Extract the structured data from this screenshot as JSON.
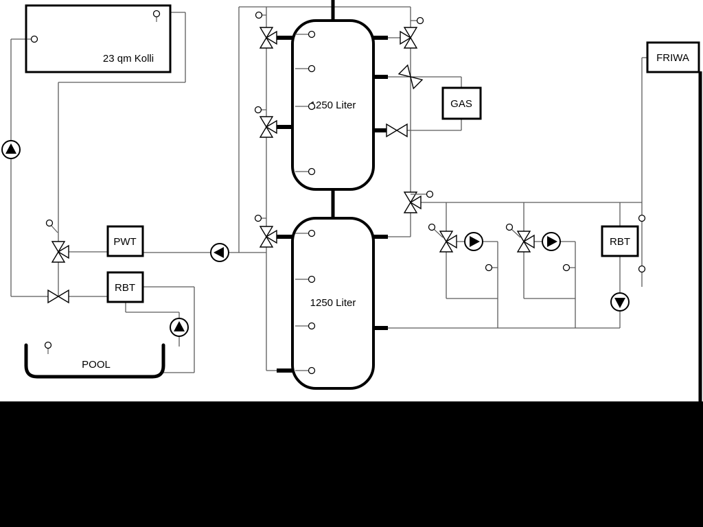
{
  "labels": {
    "collector": "23 qm Kolli",
    "tank_upper": "1250 Liter",
    "tank_lower": "1250 Liter",
    "pwt": "PWT",
    "rbt_left": "RBT",
    "rbt_right": "RBT",
    "gas": "GAS",
    "friwa": "FRIWA",
    "pool": "POOL"
  },
  "colors": {
    "pipe_thin": "#5a5a5a",
    "pipe_thick": "#000000",
    "component_fill": "#ffffff",
    "component_border": "#000000",
    "background": "#ffffff",
    "letterbox": "#000000"
  }
}
